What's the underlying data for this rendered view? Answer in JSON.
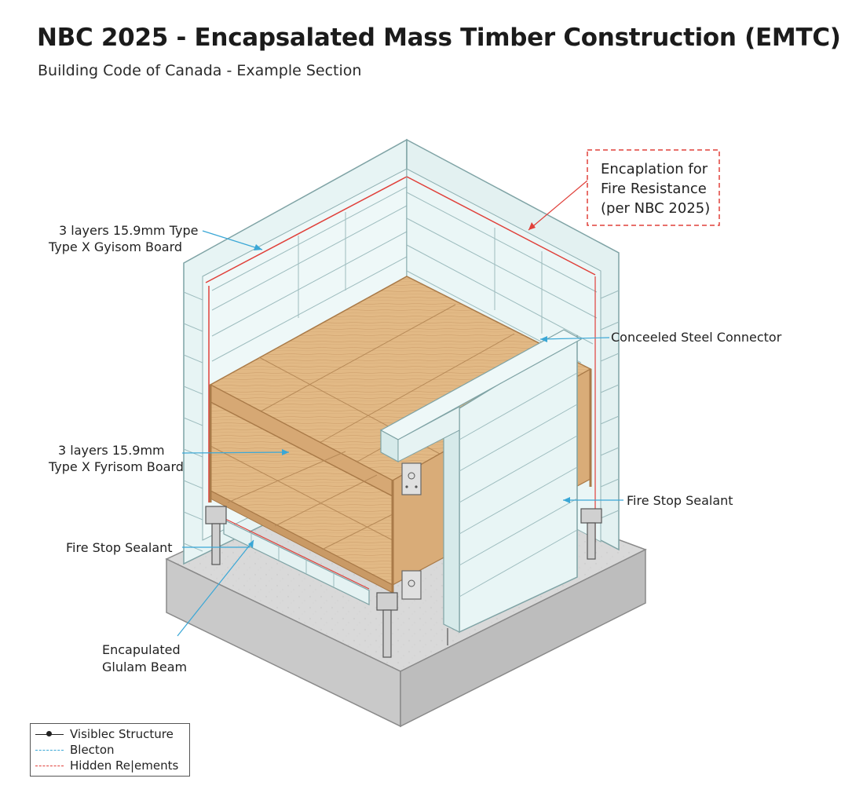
{
  "header": {
    "title": "NBC 2025 - Encapsalated Mass Timber Construction (EMTC)",
    "subtitle": "Building Code of Canada - Example Section"
  },
  "callouts": {
    "gypsum_top": {
      "line1": "3 layers 15.9mm Type",
      "line2": "Type X Gyisom Board"
    },
    "encapsulation": {
      "line1": "Encaplation for",
      "line2": "Fire Resistance",
      "line3": "(per NBC 2025)"
    },
    "steel_connector": {
      "line1": "Conceeled Steel Connector"
    },
    "gypsum_mid": {
      "line1": "3 layers 15.9mm",
      "line2": "Type X Fyrisom Board"
    },
    "fire_stop_right": {
      "line1": "Fire Stop Sealant"
    },
    "fire_stop_left": {
      "line1": "Fire Stop Sealant"
    },
    "glulam": {
      "line1": "Encapulated",
      "line2": "Glulam Beam"
    }
  },
  "legend": {
    "items": [
      {
        "label": "Visiblec Structure",
        "style": "solid-dot"
      },
      {
        "label": "Blecton",
        "style": "dashed-blue"
      },
      {
        "label": "Hidden Re|ements",
        "style": "dashed-red"
      }
    ]
  },
  "colors": {
    "gypsum": "#e6f3f3",
    "gypsum_edge": "#8fb0b2",
    "timber": "#e2b985",
    "timber_dark": "#c99a66",
    "concrete": "#dcdcdc",
    "leader_blue": "#3aa7d6",
    "leader_red": "#e0403a"
  }
}
